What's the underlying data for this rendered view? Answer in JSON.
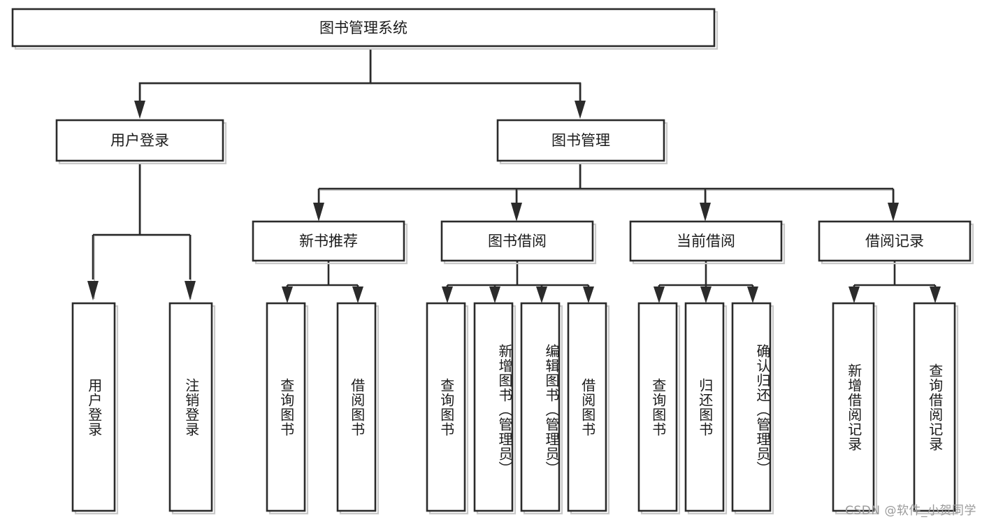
{
  "diagram": {
    "title": "图书管理系统",
    "type": "tree-hierarchy-diagram",
    "orientation": "top-down",
    "colors": {
      "background": "#ffffff",
      "node_fill": "#ffffff",
      "node_border": "#2b2b2b",
      "connector": "#2b2b2b",
      "shadow": "#c9c9c9",
      "text": "#1b1b1b",
      "watermark": "#9a9a9a"
    }
  },
  "watermark": {
    "text": "CSDN @软件_小贺同学"
  },
  "nodes": {
    "root": {
      "label": "图书管理系统"
    },
    "level1": [
      {
        "label": "用户登录"
      },
      {
        "label": "图书管理"
      }
    ],
    "level2": [
      {
        "label": "新书推荐"
      },
      {
        "label": "图书借阅"
      },
      {
        "label": "当前借阅"
      },
      {
        "label": "借阅记录"
      }
    ],
    "leaves_user_login": [
      {
        "label": "用户登录"
      },
      {
        "label": "注销登录"
      }
    ],
    "leaves_new_book": [
      {
        "label": "查询图书"
      },
      {
        "label": "借阅图书"
      }
    ],
    "leaves_book_borrow": [
      {
        "label": "查询图书"
      },
      {
        "label": "新增图书（管理员）"
      },
      {
        "label": "编辑图书（管理员）"
      },
      {
        "label": "借阅图书"
      }
    ],
    "leaves_current_borrow": [
      {
        "label": "查询图书"
      },
      {
        "label": "归还图书"
      },
      {
        "label": "确认归还（管理员）"
      }
    ],
    "leaves_borrow_record": [
      {
        "label": "新增借阅记录"
      },
      {
        "label": "查询借阅记录"
      }
    ]
  },
  "chart_data": {
    "type": "tree",
    "title": "图书管理系统",
    "edges": [
      {
        "from": "图书管理系统",
        "to": "用户登录"
      },
      {
        "from": "图书管理系统",
        "to": "图书管理"
      },
      {
        "from": "用户登录",
        "to": "用户登录"
      },
      {
        "from": "用户登录",
        "to": "注销登录"
      },
      {
        "from": "图书管理",
        "to": "新书推荐"
      },
      {
        "from": "图书管理",
        "to": "图书借阅"
      },
      {
        "from": "图书管理",
        "to": "当前借阅"
      },
      {
        "from": "图书管理",
        "to": "借阅记录"
      },
      {
        "from": "新书推荐",
        "to": "查询图书"
      },
      {
        "from": "新书推荐",
        "to": "借阅图书"
      },
      {
        "from": "图书借阅",
        "to": "查询图书"
      },
      {
        "from": "图书借阅",
        "to": "新增图书（管理员）"
      },
      {
        "from": "图书借阅",
        "to": "编辑图书（管理员）"
      },
      {
        "from": "图书借阅",
        "to": "借阅图书"
      },
      {
        "from": "当前借阅",
        "to": "查询图书"
      },
      {
        "from": "当前借阅",
        "to": "归还图书"
      },
      {
        "from": "当前借阅",
        "to": "确认归还（管理员）"
      },
      {
        "from": "借阅记录",
        "to": "新增借阅记录"
      },
      {
        "from": "借阅记录",
        "to": "查询借阅记录"
      }
    ],
    "depth": 4
  }
}
